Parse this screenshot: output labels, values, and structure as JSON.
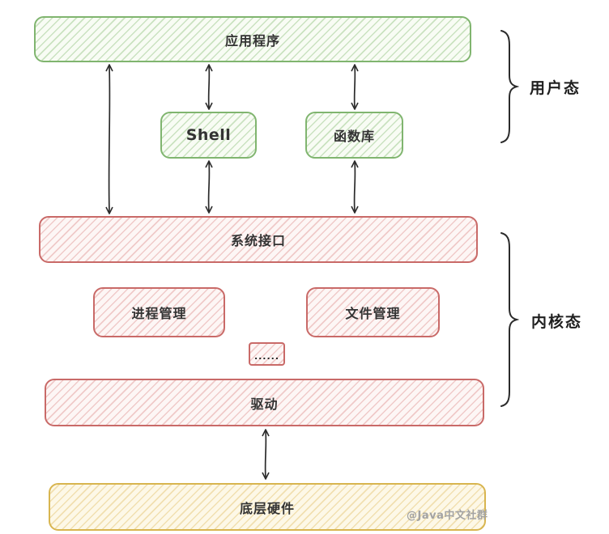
{
  "diagram": {
    "boxes": {
      "app": {
        "label": "应用程序"
      },
      "shell": {
        "label": "Shell"
      },
      "lib": {
        "label": "函数库"
      },
      "syscall": {
        "label": "系统接口"
      },
      "process": {
        "label": "进程管理"
      },
      "file": {
        "label": "文件管理"
      },
      "ellipsis": {
        "label": "......"
      },
      "driver": {
        "label": "驱动"
      },
      "hardware": {
        "label": "底层硬件"
      }
    },
    "braces": {
      "user_mode": {
        "label": "用户态"
      },
      "kernel_mode": {
        "label": "内核态"
      }
    },
    "watermark": "@Java中文社群",
    "colors": {
      "green_stroke": "#80b56f",
      "red_stroke": "#c96a68",
      "yellow_stroke": "#d8b54f",
      "ink": "#2b2b2b",
      "watermark_gray": "#a3a3a3"
    }
  }
}
